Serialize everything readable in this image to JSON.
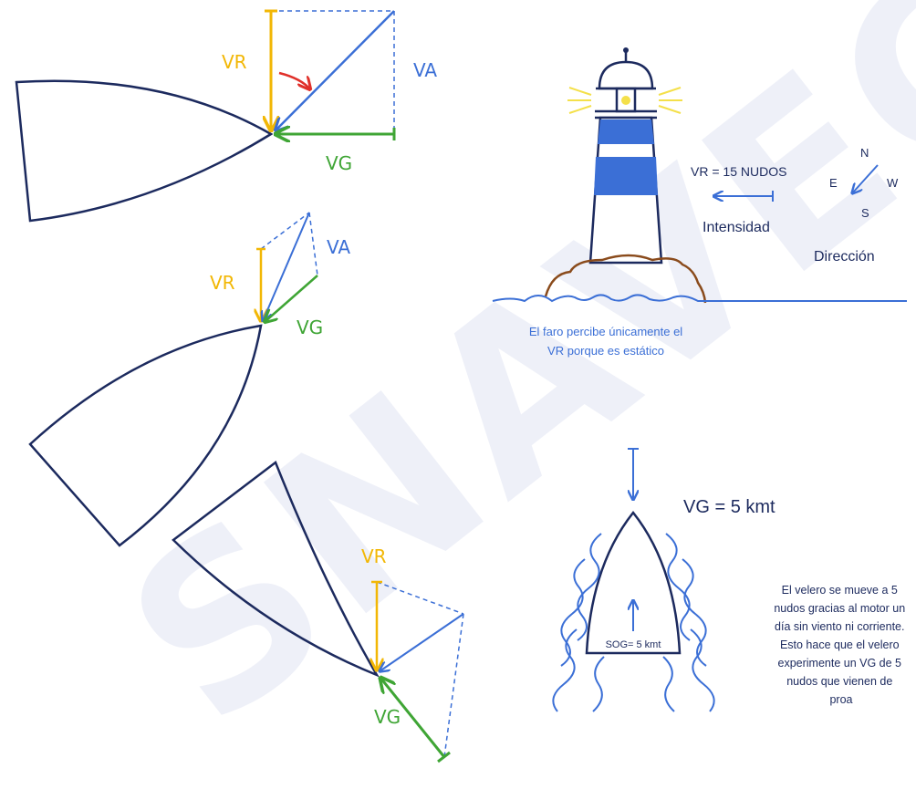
{
  "watermark": "SNAVEGA",
  "colors": {
    "navy": "#1c2a5e",
    "blue": "#3b6fd6",
    "yellow": "#f2b705",
    "green": "#3fa535",
    "red": "#e0302a",
    "brown": "#8a4b1c",
    "watermark": "#e9ecf6"
  },
  "diagram1": {
    "vr": "VR",
    "va": "VA",
    "vg": "VG"
  },
  "diagram2": {
    "vr": "VR",
    "va": "VA",
    "vg": "VG"
  },
  "diagram3": {
    "vr": "VR",
    "vg": "VG"
  },
  "lighthouse": {
    "vr_label": "VR = 15 NUDOS",
    "intensidad": "Intensidad",
    "direccion": "Dirección",
    "compass": {
      "n": "N",
      "e": "E",
      "w": "W",
      "s": "S"
    },
    "caption_line1": "El faro percibe únicamente el",
    "caption_line2": "VR porque es estático"
  },
  "boat": {
    "vg_label": "VG = 5 kmt",
    "sog_label": "SOG= 5 kmt",
    "desc": [
      "El velero se mueve a 5",
      "nudos gracias al motor un",
      "día sin viento ni corriente.",
      "Esto hace que el velero",
      "experimente un   VG  de 5",
      "nudos que vienen de",
      "proa"
    ]
  }
}
